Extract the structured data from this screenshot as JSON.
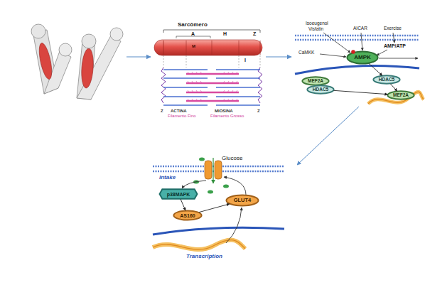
{
  "diagram": {
    "nodes": [
      {
        "text": [
          "AMPK"
        ]
      },
      {
        "text": [
          "MEF2A"
        ]
      },
      {
        "text": [
          "HDAC5"
        ]
      },
      {
        "text": [
          "HDAC5"
        ]
      },
      {
        "text": [
          "MEF2A"
        ]
      },
      {
        "text": [
          "p38MAPK"
        ]
      },
      {
        "text": [
          "AS160"
        ]
      },
      {
        "text": [
          "GLUT4"
        ]
      }
    ],
    "edges": [
      {
        "from": 0,
        "to": 3,
        "arrow": "to"
      },
      {
        "from": 3,
        "to": 4,
        "arrow": "to"
      },
      {
        "from": 2,
        "to": 4,
        "arrow": "to"
      },
      {
        "from": 5,
        "to": 6,
        "arrow": "to"
      },
      {
        "from": 6,
        "to": 7,
        "arrow": "to"
      }
    ],
    "labels": [
      "Sarcômero",
      "A",
      "M",
      "H",
      "Z",
      "I",
      "ACTINA",
      "Filamento Fino",
      "MIOSINA",
      "Filamento Grosso",
      "Z",
      "Z",
      "Isoeugenol",
      "Visfatin",
      "AICAR",
      "Exercise",
      "CaMKK",
      "AMP/ATP",
      "Glucose",
      "Intake",
      "Transcription"
    ]
  }
}
